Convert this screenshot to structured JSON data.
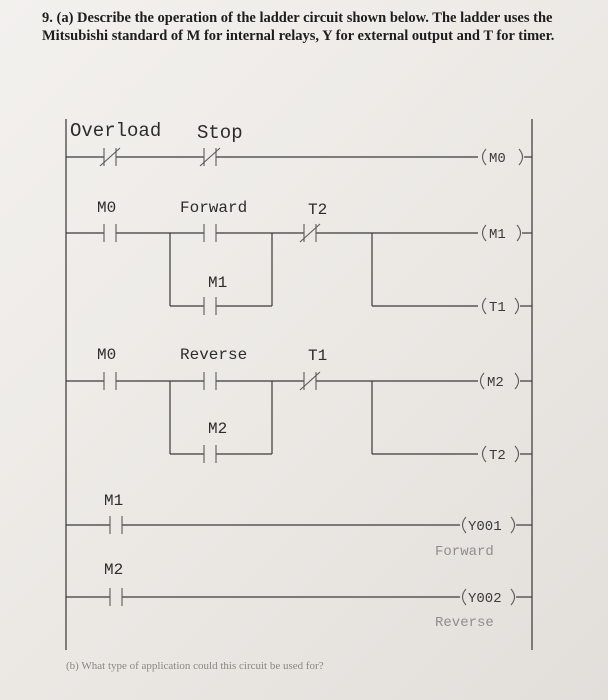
{
  "question": {
    "part_a": "9. (a) Describe the operation of the ladder circuit shown below. The ladder uses the Mitsubishi standard of M for internal relays, Y for external output and T for timer.",
    "part_b": "(b) What type of application could this circuit be used for?"
  },
  "ladder": {
    "labels": {
      "overload": "Overload",
      "stop": "Stop",
      "m0_a": "M0",
      "forward": "Forward",
      "t2": "T2",
      "m1_seal": "M1",
      "m0_b": "M0",
      "reverse": "Reverse",
      "t1": "T1",
      "m2_seal": "M2",
      "m1_out": "M1",
      "m2_out": "M2"
    },
    "coils": {
      "m0": "M0",
      "m1": "M1",
      "t1": "T1",
      "m2": "M2",
      "t2": "T2",
      "y001": "Y001",
      "y002": "Y002"
    },
    "outputs": {
      "forward": "Forward",
      "reverse": "Reverse"
    }
  }
}
